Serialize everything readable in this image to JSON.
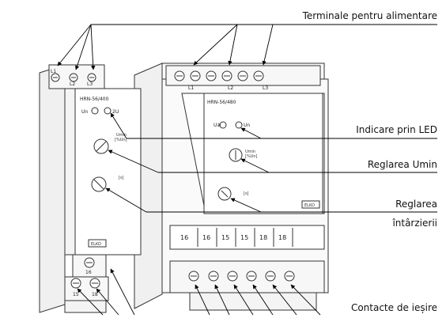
{
  "callouts": {
    "power_terminals": "Terminale pentru alimentare",
    "led_indication": "Indicare prin LED",
    "umin_adjust": "Reglarea Umin",
    "delay_adjust_line1": "Reglarea",
    "delay_adjust_line2": "întârzierii",
    "output_contacts": "Contacte de ieșire"
  },
  "front_module": {
    "model": "HRN-56/400",
    "led_un": "Un",
    "led_u": "2U",
    "umin_label": "Umin",
    "umin_unit": "[%Un]",
    "delay_unit": "[s]",
    "brand": "ELKO",
    "top_terminals": [
      "L1",
      "L2",
      "L3"
    ],
    "bottom_terminals": [
      "16",
      "15",
      "18"
    ]
  },
  "back_module": {
    "model": "HRN-56/480",
    "led_u": "U≷",
    "led_un": "Un",
    "umin_label": "Umin",
    "umin_unit": "[%Un]",
    "delay_unit": "[s]",
    "brand": "ELKO",
    "top_terminals": [
      "L1",
      "L2",
      "L3"
    ],
    "bottom_terminals": [
      "16",
      "16",
      "15",
      "15",
      "18",
      "18"
    ]
  }
}
